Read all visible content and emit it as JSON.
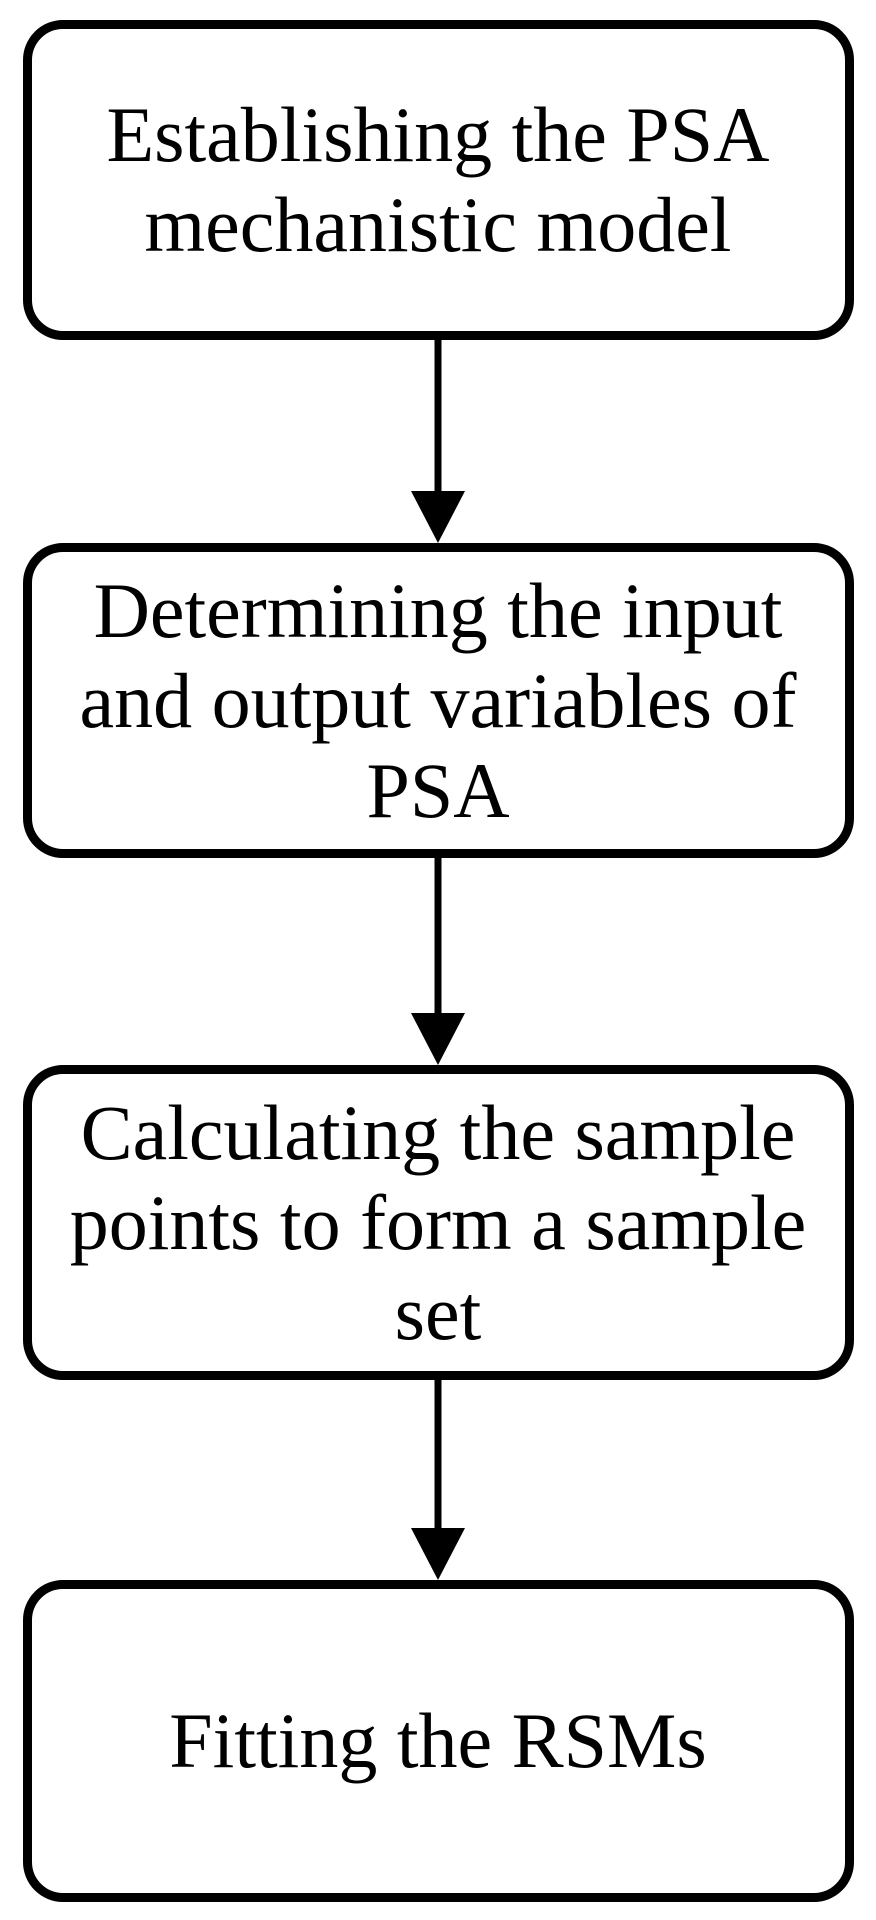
{
  "page": {
    "background": "#ffffff"
  },
  "colors": {
    "ink": "#000000",
    "node_border": "#000000",
    "node_fill": "#ffffff"
  },
  "flowchart": {
    "type": "vertical-flow",
    "steps": [
      {
        "id": "establish-psa-model",
        "label": "Establishing the PSA mechanistic model",
        "lines": [
          "Establishing the PSA",
          "mechanistic model"
        ]
      },
      {
        "id": "determine-io-variables",
        "label": "Determining the input and output variables of PSA",
        "lines": [
          "Determining the input",
          "and output variables of",
          "PSA"
        ]
      },
      {
        "id": "calculate-sample-points",
        "label": "Calculating the sample points to form a sample set",
        "lines": [
          "Calculating the sample",
          "points to form a sample",
          "set"
        ]
      },
      {
        "id": "fit-rsms",
        "label": "Fitting the RSMs",
        "lines": [
          "Fitting the RSMs"
        ]
      }
    ],
    "connectors": [
      {
        "from": "establish-psa-model",
        "to": "determine-io-variables",
        "direction": "down"
      },
      {
        "from": "determine-io-variables",
        "to": "calculate-sample-points",
        "direction": "down"
      },
      {
        "from": "calculate-sample-points",
        "to": "fit-rsms",
        "direction": "down"
      }
    ]
  }
}
